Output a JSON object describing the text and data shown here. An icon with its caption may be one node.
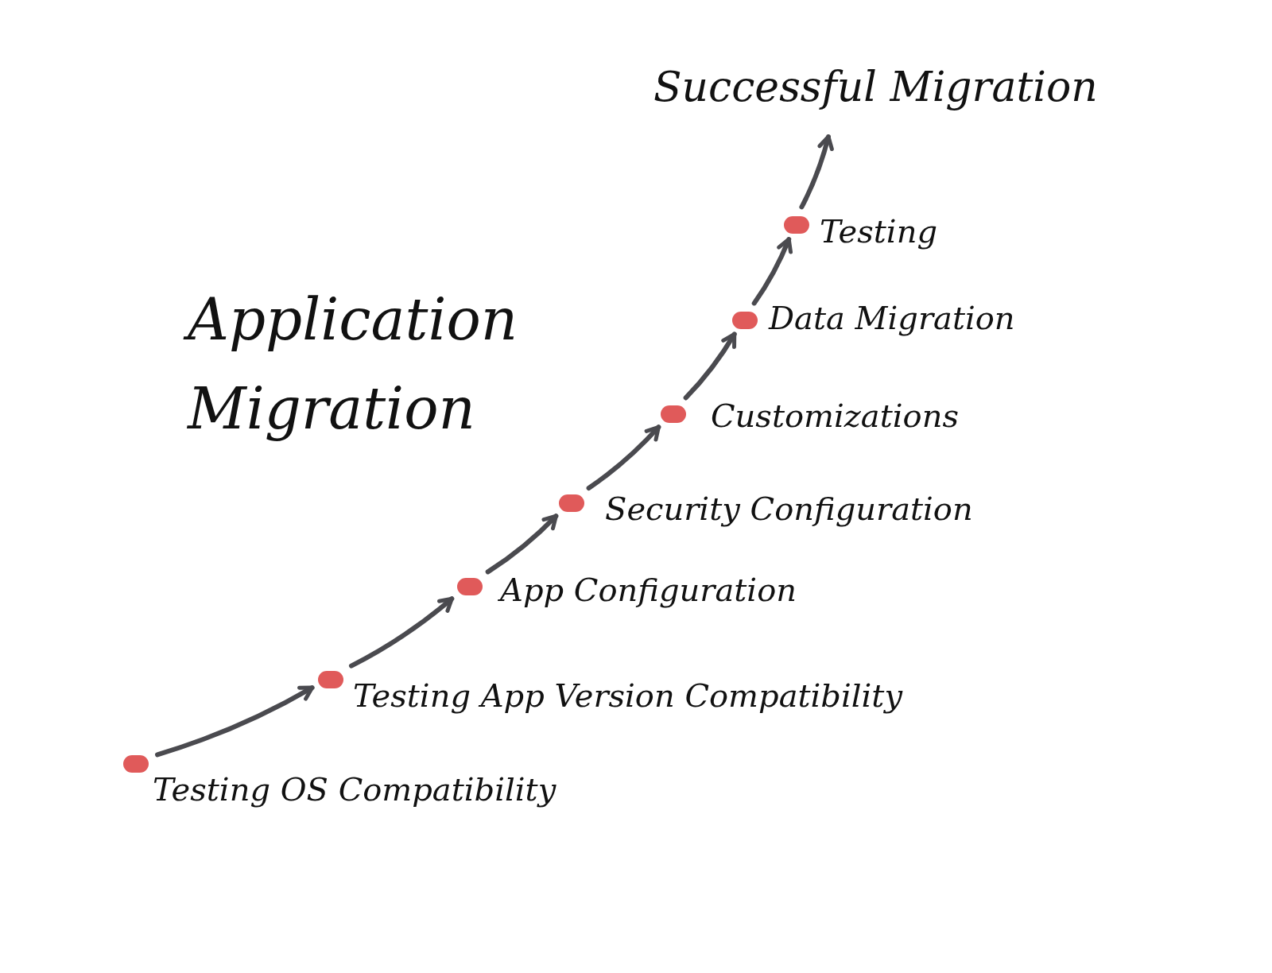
{
  "diagram": {
    "title": "Application Migration",
    "nodes": [
      {
        "text": [],
        "shape": "circle",
        "beside": [
          "Testing OS Compatibility"
        ]
      },
      {
        "text": [],
        "shape": "circle",
        "beside": [
          "Testing App Version Compatibility"
        ]
      },
      {
        "text": [],
        "shape": "circle",
        "beside": [
          "App Configuration"
        ]
      },
      {
        "text": [],
        "shape": "circle",
        "beside": [
          "Security Configuration"
        ]
      },
      {
        "text": [],
        "shape": "circle",
        "beside": [
          "Customizations"
        ]
      },
      {
        "text": [],
        "shape": "circle",
        "beside": [
          "Data Migration"
        ]
      },
      {
        "text": [],
        "shape": "circle",
        "beside": [
          "Testing"
        ]
      },
      {
        "text": [
          "Successful Migration"
        ]
      }
    ],
    "edges": [
      {
        "from": 0,
        "to": 1,
        "arrow": "to"
      },
      {
        "from": 1,
        "to": 2,
        "arrow": "to"
      },
      {
        "from": 2,
        "to": 3,
        "arrow": "to"
      },
      {
        "from": 3,
        "to": 4,
        "arrow": "to"
      },
      {
        "from": 4,
        "to": 5,
        "arrow": "to"
      },
      {
        "from": 5,
        "to": 6,
        "arrow": "to"
      },
      {
        "from": 6,
        "to": 7,
        "arrow": "to"
      }
    ]
  }
}
